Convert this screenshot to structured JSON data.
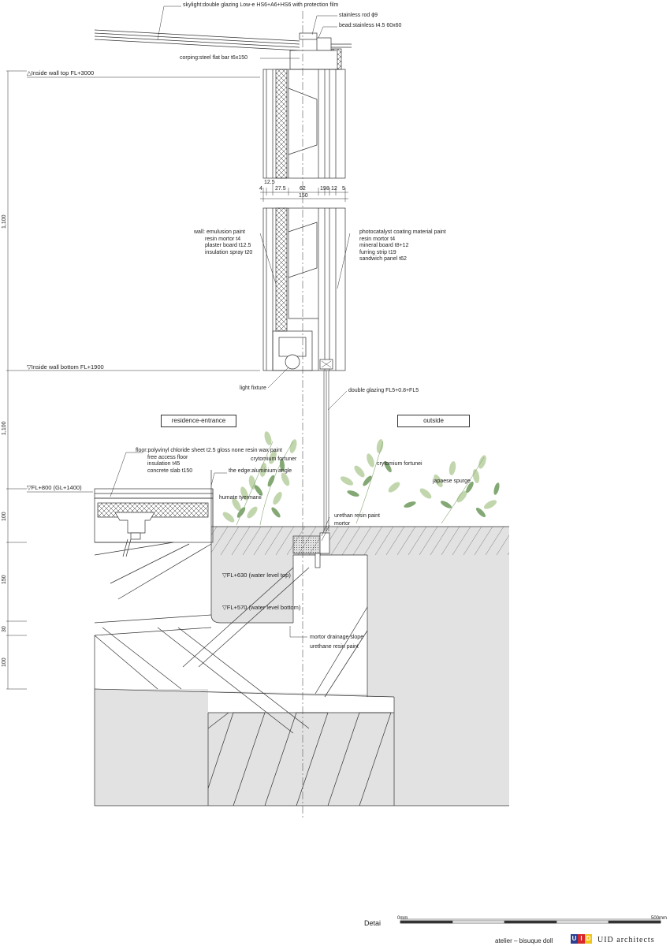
{
  "labels": {
    "skylight": "skylight:double glazing Low-e HS6+A6+HS6  with protection film",
    "stainless_rod": "stainless rod ϕ9",
    "bead": "bead:stainless t4.5 60x60",
    "corping": "corping:steel flat bar  t6x150",
    "wall_inside": [
      "wall: emulusion paint",
      "resin mortor t4",
      "plaster board t12.5",
      "insulation spray t20"
    ],
    "wall_outside": [
      "photocatalyst coating material paint",
      "resin mortor t4",
      "mineral board t8+12",
      "furring strip  t19",
      "sandwich panel t62"
    ],
    "light_fixture": "light fixture",
    "double_glazing": "double glazing FL5+0.8+FL5",
    "floor": [
      "floor:polyvinyl chloride sheet t2.5 gloss none resin wax paint",
      "free access floor",
      "insulation t45",
      "concrete slab t150"
    ],
    "crytomium_fortuner": "crytomium fortuner",
    "edge": "the edge:aluminium angle",
    "humate": "humate tyermanii",
    "crytomium_fortunei": "crytomium fortunei",
    "japaese_spurge": "japaese spurge",
    "urethan": "urethan resin paint",
    "mortor": "mortor",
    "mortor_drainage": "mortor drainage slope",
    "urethane": "urethane resin paint"
  },
  "levels": {
    "wall_top": "△Inside wall top FL+3000",
    "wall_bottom": "▽Inside wall bottom FL+1900",
    "fl800": "▽FL+800 (GL+1400)",
    "water_top": "▽FL+630 (water level top)",
    "water_bottom": "▽FL+570 (water level bottom)"
  },
  "spaces": {
    "residence": "residence-entrance",
    "outside": "outside"
  },
  "horizontal_dims": {
    "top": "12.5",
    "parts": [
      "4",
      "27.5",
      "62",
      "19",
      "8",
      "12",
      "5"
    ],
    "total": "150"
  },
  "vertical_dims": [
    "1,100",
    "1,100",
    "100",
    "150",
    "30",
    "100"
  ],
  "footer": {
    "title": "Detai",
    "scale_start": "0mm",
    "scale_end": "500mm",
    "project": "atelier – bisuque doll",
    "brand": "UID architects",
    "logo_letters": [
      "U",
      "I",
      "D"
    ]
  },
  "colors": {
    "line": "#333333",
    "ground": "#e2e2e2",
    "plant_light": "#b8cfa0",
    "plant_dark": "#6e9a5c",
    "logo_blue": "#2a3f8f",
    "logo_red": "#d8262a",
    "logo_yellow": "#f0c419"
  }
}
